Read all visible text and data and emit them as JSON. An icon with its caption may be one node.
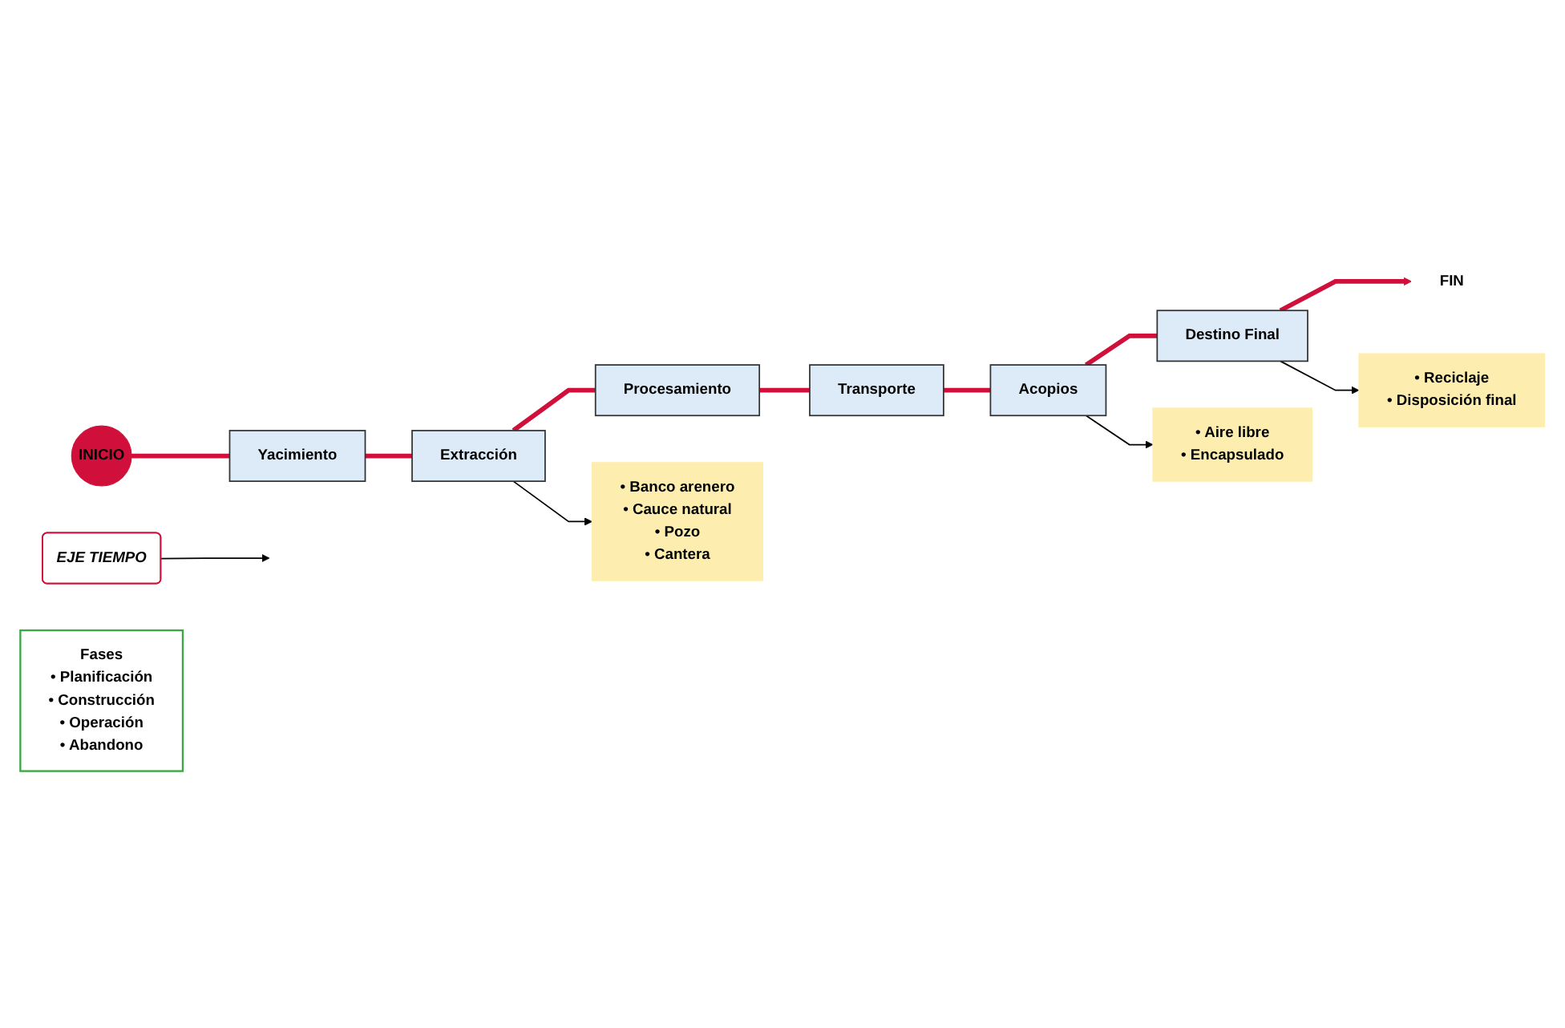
{
  "diagram": {
    "nodes": [
      {
        "text": [
          "INICIO"
        ]
      },
      {
        "text": [
          "Yacimiento"
        ]
      },
      {
        "text": [
          "Extracción"
        ]
      },
      {
        "text": [
          "Procesamiento"
        ]
      },
      {
        "text": [
          "Transporte"
        ]
      },
      {
        "text": [
          "Acopios"
        ]
      },
      {
        "text": [
          "Destino Final"
        ]
      },
      {
        "text": [
          "FIN"
        ]
      },
      {
        "text": [
          "EJE TIEMPO"
        ]
      },
      {
        "text": [
          "• Banco arenero",
          "• Cauce natural",
          "• Pozo",
          "• Cantera"
        ]
      },
      {
        "text": [
          "• Aire libre",
          "• Encapsulado"
        ]
      },
      {
        "text": [
          "• Reciclaje",
          "• Disposición final"
        ]
      },
      {
        "text": [
          "Fases",
          "• Planificación",
          "• Construcción",
          "• Operación",
          "• Abandono"
        ]
      }
    ],
    "edges": [
      {
        "from": 0,
        "to": 1,
        "arrow": "none"
      },
      {
        "from": 1,
        "to": 2,
        "arrow": "none"
      },
      {
        "from": 2,
        "to": 3,
        "arrow": "none"
      },
      {
        "from": 3,
        "to": 4,
        "arrow": "none"
      },
      {
        "from": 4,
        "to": 5,
        "arrow": "none"
      },
      {
        "from": 5,
        "to": 6,
        "arrow": "none"
      },
      {
        "from": 6,
        "to": 7,
        "arrow": "to"
      },
      {
        "from": 2,
        "to": 9,
        "arrow": "to",
        "color": "#000000"
      },
      {
        "from": 8,
        "to": null,
        "arrow": "to",
        "color": "#000000"
      },
      {
        "from": 5,
        "to": 10,
        "arrow": "to",
        "color": "#000000"
      },
      {
        "from": 6,
        "to": 11,
        "arrow": "to",
        "color": "#000000"
      }
    ]
  }
}
